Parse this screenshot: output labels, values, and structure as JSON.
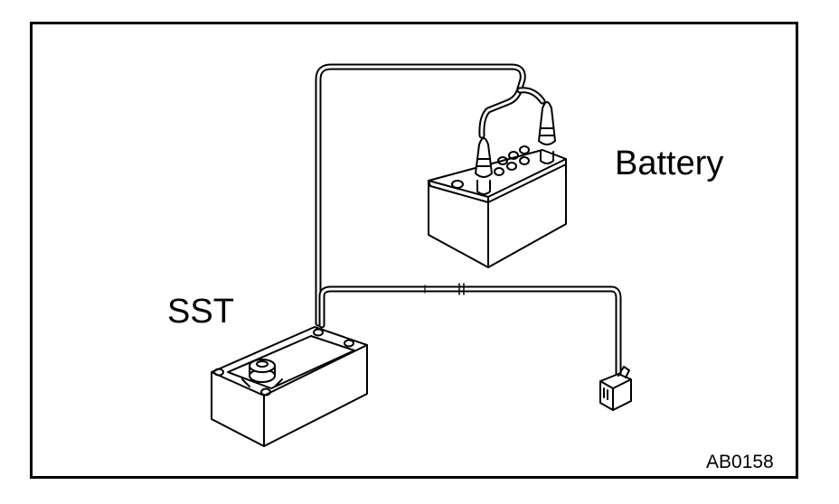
{
  "labels": {
    "battery": "Battery",
    "sst": "SST",
    "figure_id": "AB0158"
  }
}
